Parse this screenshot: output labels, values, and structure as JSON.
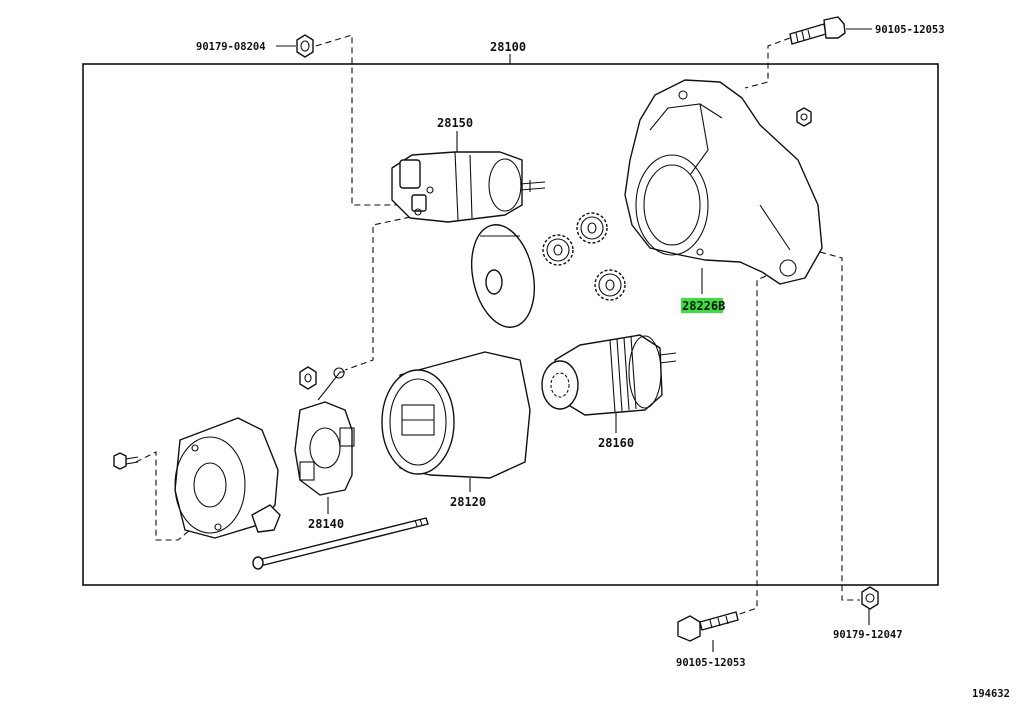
{
  "diagram": {
    "catalog_number": "194632",
    "highlight_color": "#39e23a",
    "parts": [
      {
        "id": "assembly",
        "number": "28100"
      },
      {
        "id": "solenoid",
        "number": "28150"
      },
      {
        "id": "housing",
        "number": "28226",
        "suffix": "B",
        "highlighted": true
      },
      {
        "id": "clutch",
        "number": "28160"
      },
      {
        "id": "yoke",
        "number": "28120"
      },
      {
        "id": "brush-holder",
        "number": "28140"
      },
      {
        "id": "nut-top-left",
        "number": "90179-08204"
      },
      {
        "id": "bolt-top-right",
        "number": "90105-12053"
      },
      {
        "id": "bolt-bottom",
        "number": "90105-12053"
      },
      {
        "id": "nut-bottom-right",
        "number": "90179-12047"
      }
    ]
  }
}
